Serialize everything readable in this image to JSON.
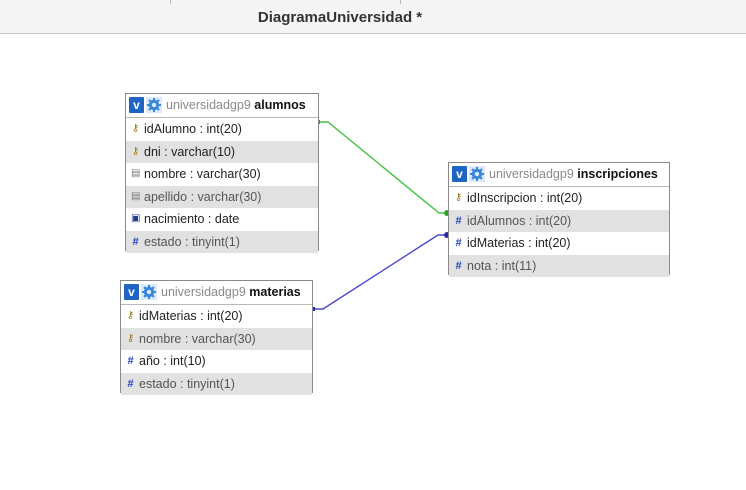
{
  "window": {
    "title": "DiagramaUniversidad *"
  },
  "tables": {
    "alumnos": {
      "db": "universidadgp9",
      "name": "alumnos",
      "columns": [
        {
          "text": "idAlumno : int(20)",
          "icon": "key-icon"
        },
        {
          "text": "dni : varchar(10)",
          "icon": "key-icon"
        },
        {
          "text": "nombre : varchar(30)",
          "icon": "text-field-icon"
        },
        {
          "text": "apellido : varchar(30)",
          "icon": "text-field-icon"
        },
        {
          "text": "nacimiento : date",
          "icon": "date-icon"
        },
        {
          "text": "estado : tinyint(1)",
          "icon": "number-icon"
        }
      ]
    },
    "inscripciones": {
      "db": "universidadgp9",
      "name": "inscripciones",
      "columns": [
        {
          "text": "idInscripcion : int(20)",
          "icon": "key-icon"
        },
        {
          "text": "idAlumnos : int(20)",
          "icon": "number-icon"
        },
        {
          "text": "idMaterias : int(20)",
          "icon": "number-icon"
        },
        {
          "text": "nota : int(11)",
          "icon": "number-icon"
        }
      ]
    },
    "materias": {
      "db": "universidadgp9",
      "name": "materias",
      "columns": [
        {
          "text": "idMaterias : int(20)",
          "icon": "key-icon"
        },
        {
          "text": "nombre : varchar(30)",
          "icon": "key-icon"
        },
        {
          "text": "año : int(10)",
          "icon": "number-icon"
        },
        {
          "text": "estado : tinyint(1)",
          "icon": "number-icon"
        }
      ]
    }
  },
  "relations": [
    {
      "from": "alumnos.idAlumno",
      "to": "inscripciones.idAlumnos",
      "color": "#44c244"
    },
    {
      "from": "materias.idMaterias",
      "to": "inscripciones.idMaterias",
      "color": "#4a4acf"
    }
  ],
  "colors": {
    "header_button": "#1f66c4",
    "row_alt": "#e1e1e1"
  }
}
